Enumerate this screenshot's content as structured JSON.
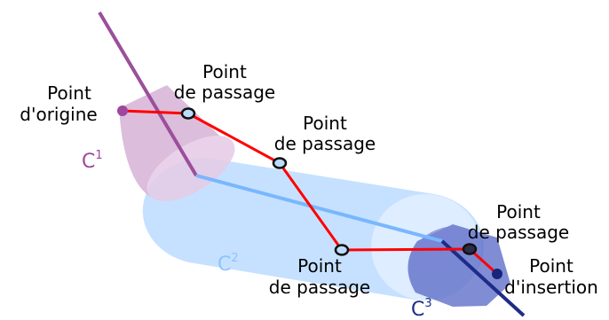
{
  "colors": {
    "cylinder1_fill": "#d6b2d6",
    "cylinder1_axis": "#9b4f9b",
    "cylinder2_fill": "#bcdcff",
    "cylinder2_axis": "#78b7ff",
    "cylinder3_fill": "#5c6cc6",
    "cylinder3_axis": "#1d2c88",
    "path": "#ff0000",
    "origin_point": "#a0469e",
    "insertion_point": "#16257a"
  },
  "cylinders": [
    {
      "name": "C",
      "superscript": "1"
    },
    {
      "name": "C",
      "superscript": "2"
    },
    {
      "name": "C",
      "superscript": "3"
    }
  ],
  "points": {
    "origin": {
      "line1": "Point",
      "line2": "d'origine"
    },
    "waypoint_1": {
      "line1": "Point",
      "line2": "de passage"
    },
    "waypoint_2": {
      "line1": "Point",
      "line2": "de passage"
    },
    "waypoint_3": {
      "line1": "Point",
      "line2": "de passage"
    },
    "waypoint_4": {
      "line1": "Point",
      "line2": "de passage"
    },
    "insertion": {
      "line1": "Point",
      "line2": "d'insertion"
    }
  }
}
